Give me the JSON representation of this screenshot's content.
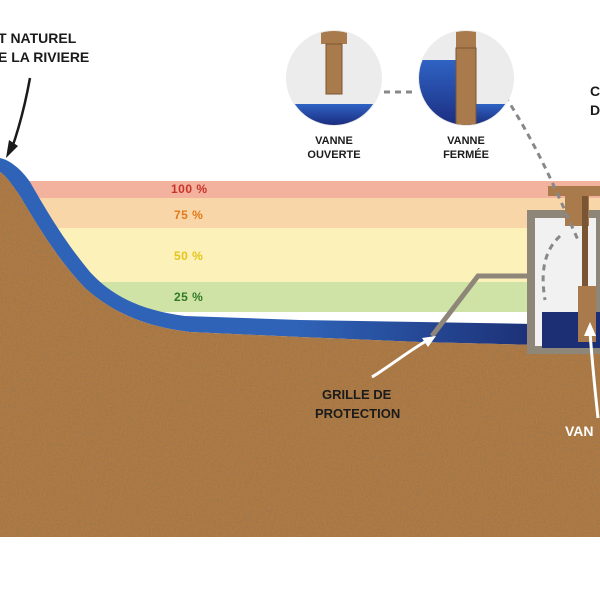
{
  "labels": {
    "river_bed_line1": "T NATUREL",
    "river_bed_line2": "E LA RIVIERE",
    "grille_line1": "GRILLE DE",
    "grille_line2": "PROTECTION",
    "vanne_bottom": "VAN",
    "cut_right_1": "C",
    "cut_right_2": "D"
  },
  "insets": {
    "open_line1": "VANNE",
    "open_line2": "OUVERTE",
    "closed_line1": "VANNE",
    "closed_line2": "FERMÉE"
  },
  "levels": [
    {
      "label": "100 %",
      "color": "#c8332a",
      "band_color": "#f2b29d"
    },
    {
      "label": "75 %",
      "color": "#e07a1c",
      "band_color": "#f9d6a8"
    },
    {
      "label": "50 %",
      "color": "#e4c419",
      "band_color": "#fbf1b9"
    },
    {
      "label": "25 %",
      "color": "#2f7a25",
      "band_color": "#cfe3a6"
    }
  ],
  "colors": {
    "soil": "#b07a43",
    "water_light": "#2f63b8",
    "water_dark": "#1c2f74",
    "gate_wood": "#a87a4c",
    "frame": "#8e8779"
  }
}
